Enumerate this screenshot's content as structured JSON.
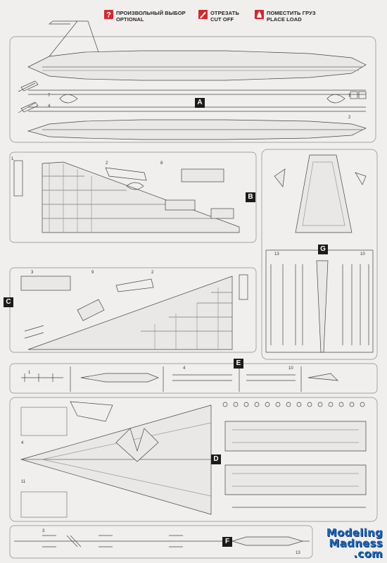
{
  "legend": {
    "optional": {
      "ru": "ПРОИЗВОЛЬНЫЙ ВЫБОР",
      "en": "OPTIONAL",
      "icon": "question-icon"
    },
    "cut_off": {
      "ru": "ОТРЕЗАТЬ",
      "en": "CUT OFF",
      "icon": "knife-icon"
    },
    "place_load": {
      "ru": "ПОМЕСТИТЬ ГРУЗ",
      "en": "PLACE LOAD",
      "icon": "weight-icon"
    }
  },
  "sprues": {
    "a": "A",
    "b": "B",
    "c": "C",
    "d": "D",
    "e": "E",
    "f": "F",
    "g": "G"
  },
  "watermark": {
    "line1": "Modeling",
    "line2": "Madness",
    "line3": ".com"
  },
  "colors": {
    "accent": "#d6262b",
    "label_bg": "#1b1b1b",
    "watermark": "#1b66b8"
  }
}
